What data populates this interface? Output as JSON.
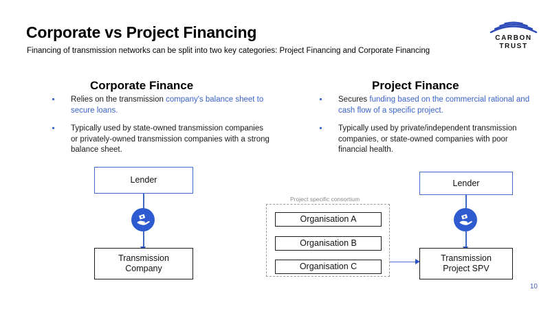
{
  "header": {
    "title": "Corporate vs Project Financing",
    "subtitle": "Financing of transmission networks can be split into two key categories: Project Financing and Corporate Financing"
  },
  "logo": {
    "line1": "CARBON",
    "line2": "TRUST",
    "arc_color": "#2b49b8"
  },
  "columns": {
    "left": {
      "heading": "Corporate Finance",
      "bullets": [
        {
          "plain_prefix": "Relies on the transmission ",
          "highlight": "company's balance sheet to secure loans.",
          "plain_suffix": ""
        },
        {
          "plain_prefix": "Typically used by state-owned transmission companies or privately-owned transmission companies with a strong balance sheet.",
          "highlight": "",
          "plain_suffix": ""
        }
      ]
    },
    "right": {
      "heading": "Project Finance",
      "bullets": [
        {
          "plain_prefix": "Secures ",
          "highlight": "funding based on the commercial rational and cash flow of a specific project.",
          "plain_suffix": ""
        },
        {
          "plain_prefix": "Typically used by private/independent transmission companies, or state-owned companies with poor financial health.",
          "highlight": "",
          "plain_suffix": ""
        }
      ]
    }
  },
  "diagram_left": {
    "lender": "Lender",
    "badge_icon": "hand-holding-money-icon",
    "target_line1": "Transmission",
    "target_line2": "Company"
  },
  "diagram_right": {
    "consortium_label": "Project specific consortium",
    "organisations": [
      "Organisation A",
      "Organisation B",
      "Organisation C"
    ],
    "lender": "Lender",
    "badge_icon": "hand-holding-money-icon",
    "target_line1": "Transmission",
    "target_line2": "Project SPV"
  },
  "footer": {
    "page_number": "10"
  },
  "colors": {
    "accent_blue": "#4169c9",
    "highlight_text": "#3a62c8",
    "badge_blue": "#2f5bd0",
    "dashed_gray": "#9a9a9a"
  }
}
